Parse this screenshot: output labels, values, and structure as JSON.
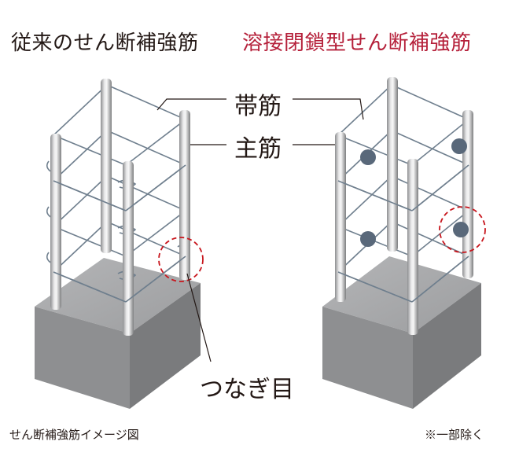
{
  "titles": {
    "left": "従来のせん断補強筋",
    "right": "溶接閉鎖型せん断補強筋"
  },
  "labels": {
    "hoop": "帯筋",
    "main_bar": "主筋",
    "joint": "つなぎ目"
  },
  "footer": {
    "caption": "せん断補強筋イメージ図",
    "note": "※一部除く"
  },
  "colors": {
    "accent_red": "#b5203a",
    "highlight_circle": "#c8161d",
    "weld_dot": "#59687a",
    "concrete_top": "#a7a8aa",
    "concrete_front": "#8e8f91",
    "concrete_side": "#7a7b7d",
    "hoop_wire": "#6f7f8e"
  },
  "icons": [
    "highlight-circle",
    "weld-point",
    "leader-line"
  ]
}
